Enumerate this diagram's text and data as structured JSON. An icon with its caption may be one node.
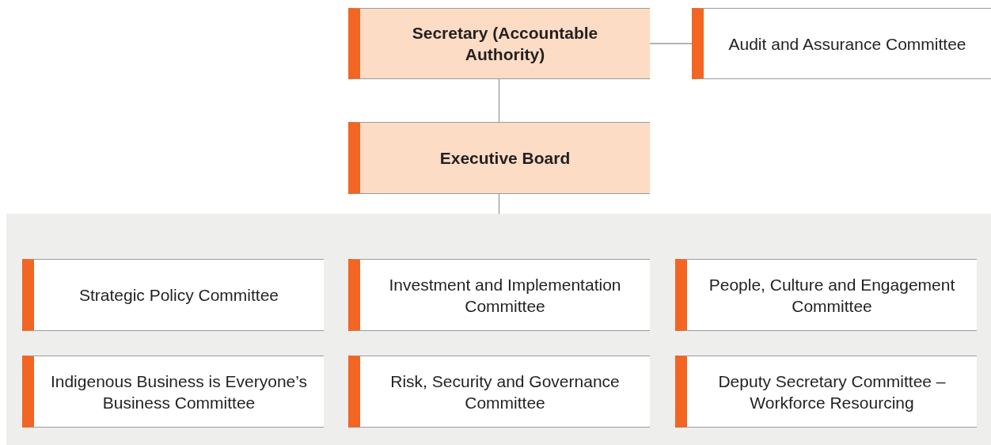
{
  "diagram": {
    "nodes": [
      {
        "text": [
          "Secretary (Accountable Authority)"
        ]
      },
      {
        "text": [
          "Audit and Assurance Committee"
        ]
      },
      {
        "text": [
          "Executive Board"
        ]
      },
      {
        "text": [],
        "shape": "box"
      },
      {
        "text": [
          "Strategic Policy Committee"
        ],
        "in": 3
      },
      {
        "text": [
          "Investment and Implementation Committee"
        ],
        "in": 3
      },
      {
        "text": [
          "People, Culture and Engagement Committee"
        ],
        "in": 3
      },
      {
        "text": [
          "Indigenous Business is Everyone’s Business Committee"
        ],
        "in": 3
      },
      {
        "text": [
          "Risk, Security and Governance Committee"
        ],
        "in": 3
      },
      {
        "text": [
          "Deputy Secretary Committee – Workforce Resourcing"
        ],
        "in": 3
      }
    ],
    "edges": [
      {
        "from": 0,
        "to": 1,
        "arrow": "none"
      },
      {
        "from": 0,
        "to": 2,
        "arrow": "none"
      },
      {
        "from": 2,
        "to": 3,
        "arrow": "none"
      }
    ]
  }
}
